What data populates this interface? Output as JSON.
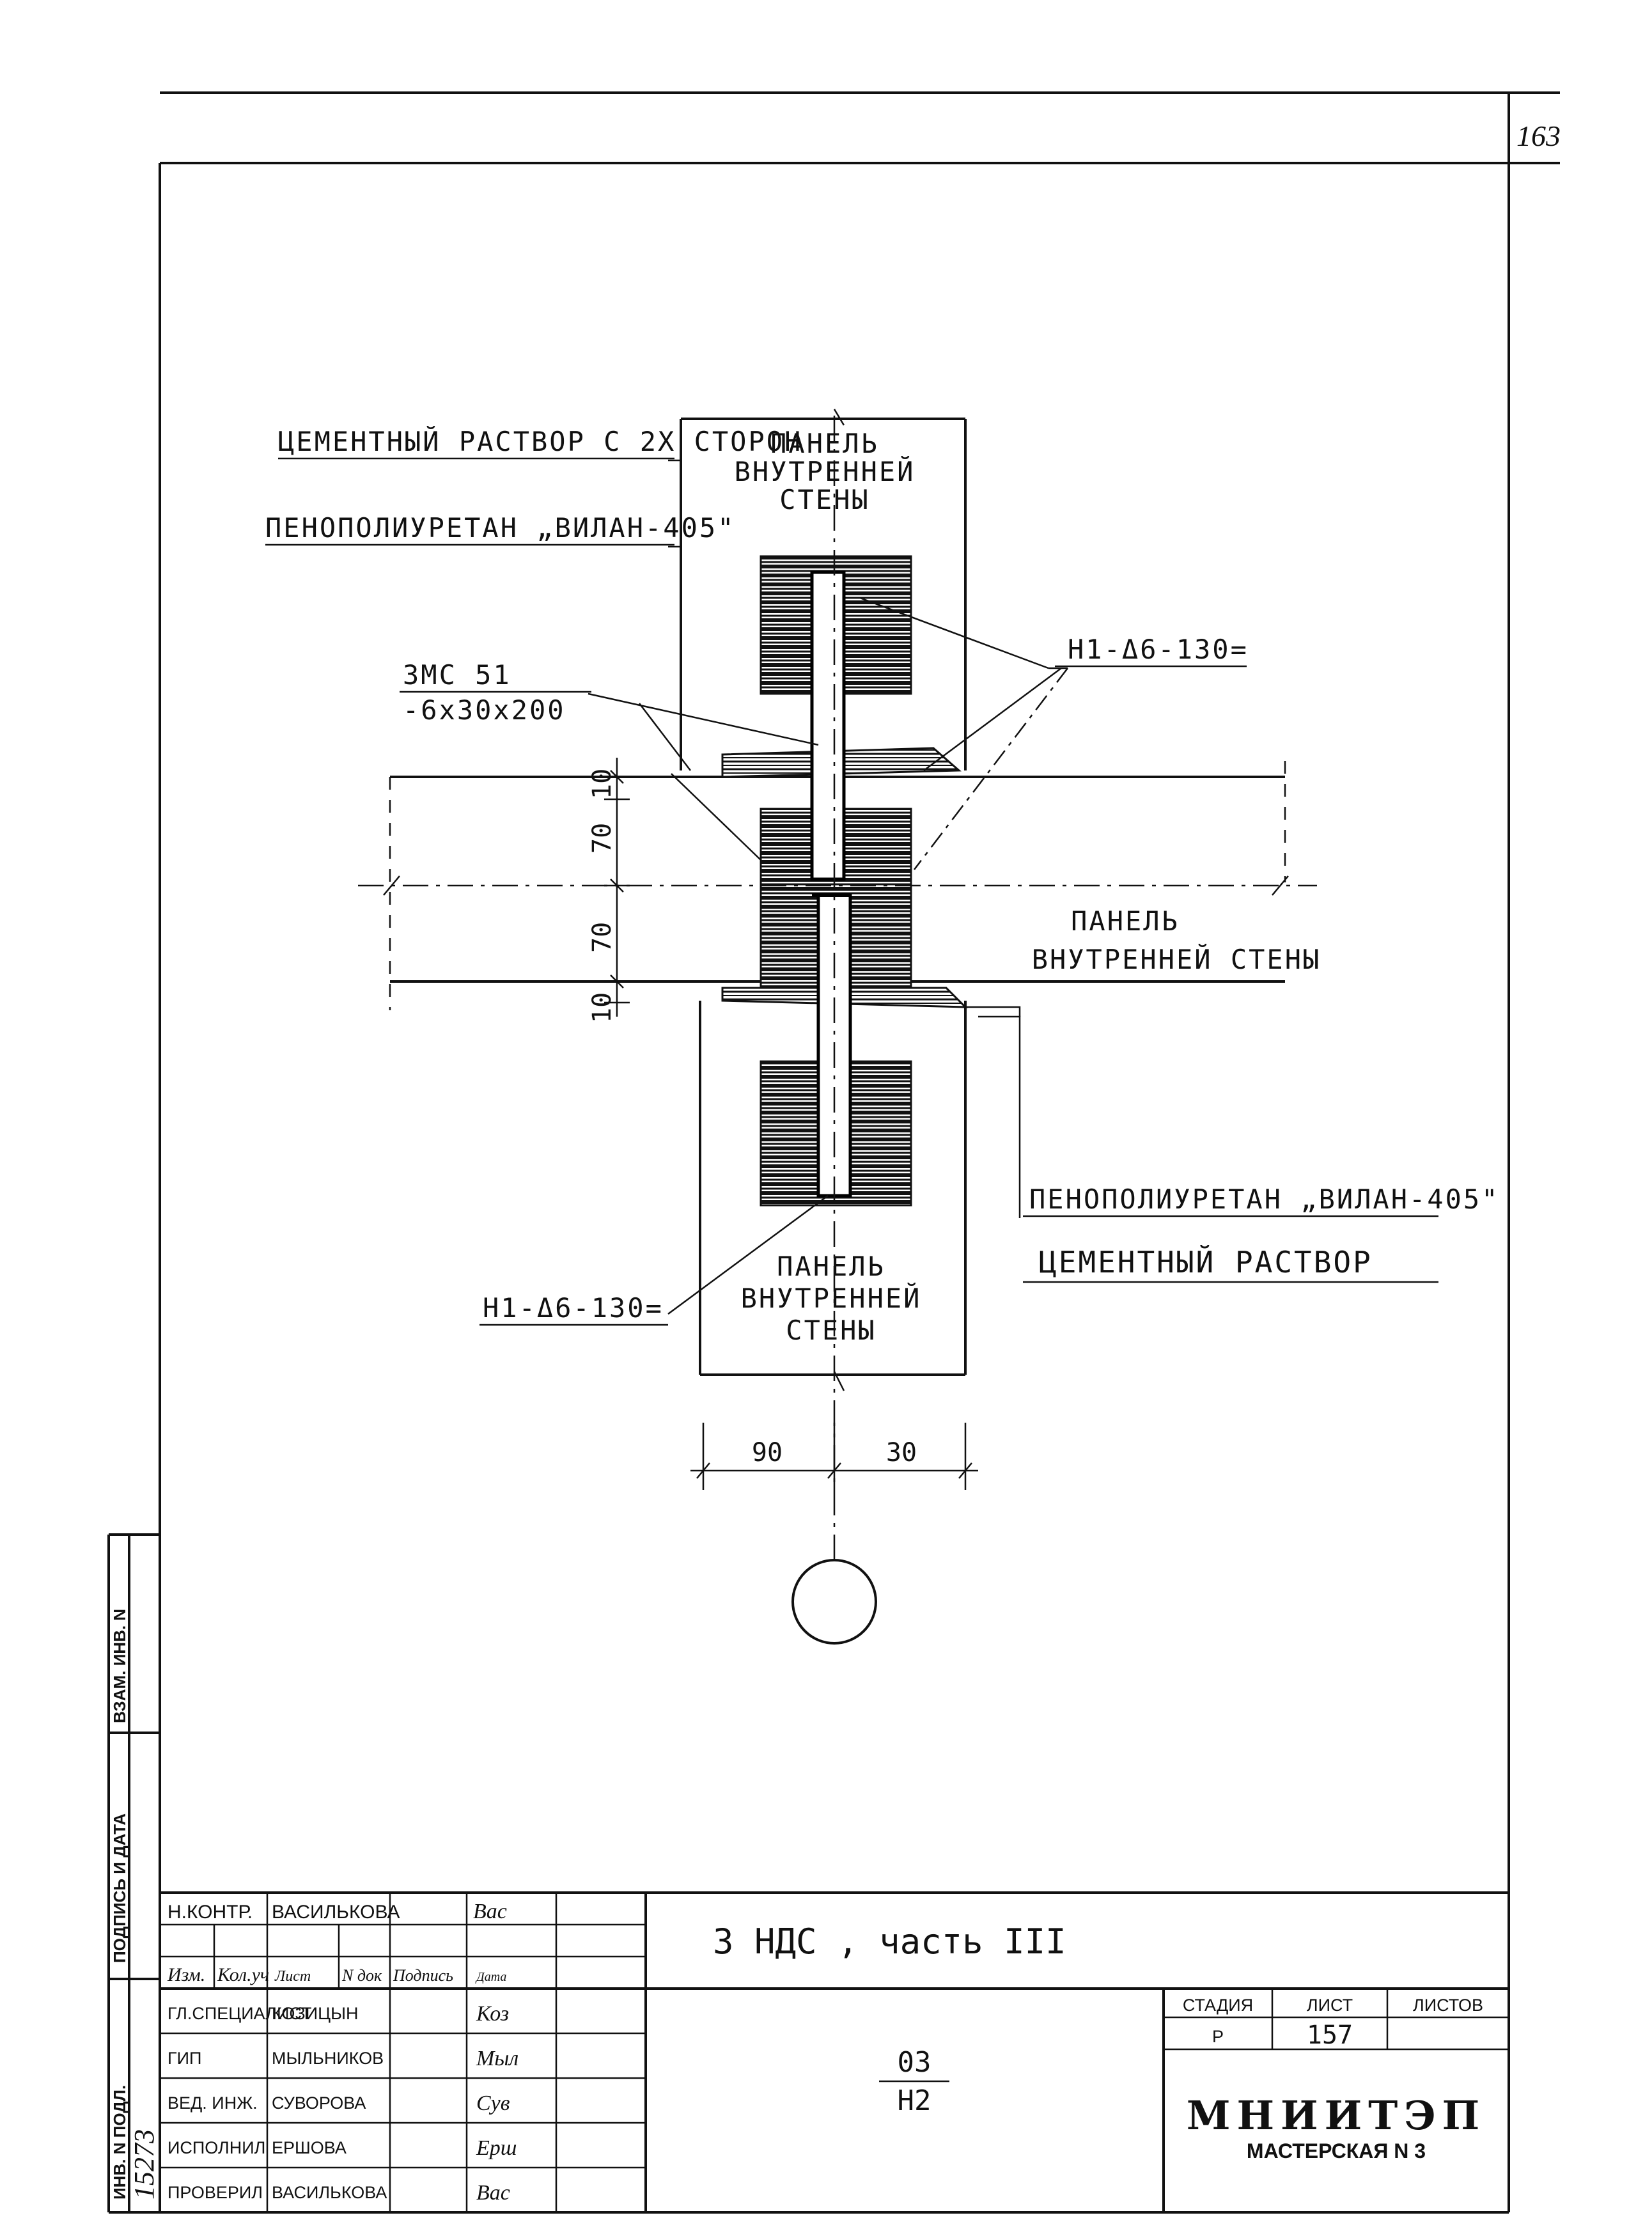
{
  "sheet_corner_number": "163",
  "drawing": {
    "labels": {
      "cement_two_sides": "ЦЕМЕНТНЫЙ РАСТВОР С 2Х СТОРОН",
      "foam_top": "ПЕНОПОЛИУРЕТАН „ВИЛАН-405\"",
      "panel_top": [
        "ПАНЕЛЬ",
        "ВНУТРЕННЕЙ",
        "СТЕНЫ"
      ],
      "embed_code": "ЗМС 51",
      "embed_size": "-6х30х200",
      "n1_right": "Н1-Δ6-130=",
      "panel_middle": [
        "ПАНЕЛЬ",
        "ВНУТРЕННЕЙ СТЕНЫ"
      ],
      "foam_bottom": "ПЕНОПОЛИУРЕТАН „ВИЛАН-405\"",
      "cement_bottom": "ЦЕМЕНТНЫЙ РАСТВОР",
      "n1_left": "Н1-Δ6-130=",
      "panel_bottom": [
        "ПАНЕЛЬ",
        "ВНУТРЕННЕЙ",
        "СТЕНЫ"
      ]
    },
    "dimensions": {
      "vertical": [
        "10",
        "70",
        "70",
        "10"
      ],
      "horizontal": [
        "90",
        "30"
      ]
    }
  },
  "title_block": {
    "side_stamps": [
      "ИНВ. N ПОДЛ.",
      "ПОДПИСЬ И ДАТА",
      "ВЗАМ. ИНВ. N"
    ],
    "norm_control": {
      "role": "Н.КОНТР.",
      "name": "ВАСИЛЬКОВА"
    },
    "header": [
      "Изм.",
      "Кол.уч",
      "Лист",
      "N док",
      "Подпись",
      "Дата"
    ],
    "staff": [
      {
        "role": "ГЛ.СПЕЦИАЛИСТ",
        "name": "КОЗИЦЫН"
      },
      {
        "role": "ГИП",
        "name": "МЫЛЬНИКОВ"
      },
      {
        "role": "ВЕД. ИНЖ.",
        "name": "СУВОРОВА"
      },
      {
        "role": "ИСПОЛНИЛ",
        "name": "ЕРШОВА"
      },
      {
        "role": "ПРОВЕРИЛ",
        "name": "ВАСИЛЬКОВА"
      }
    ],
    "project_title": "3 НДС , часть III",
    "sheet_code_top": "03",
    "sheet_code_bottom": "Н2",
    "stage_header": "СТАДИЯ",
    "sheet_header": "ЛИСТ",
    "sheets_header": "ЛИСТОВ",
    "stage": "Р",
    "sheet_number": "157",
    "sheets_total": "",
    "organization": "МНИИТЭП",
    "workshop": "МАСТЕРСКАЯ N 3"
  }
}
